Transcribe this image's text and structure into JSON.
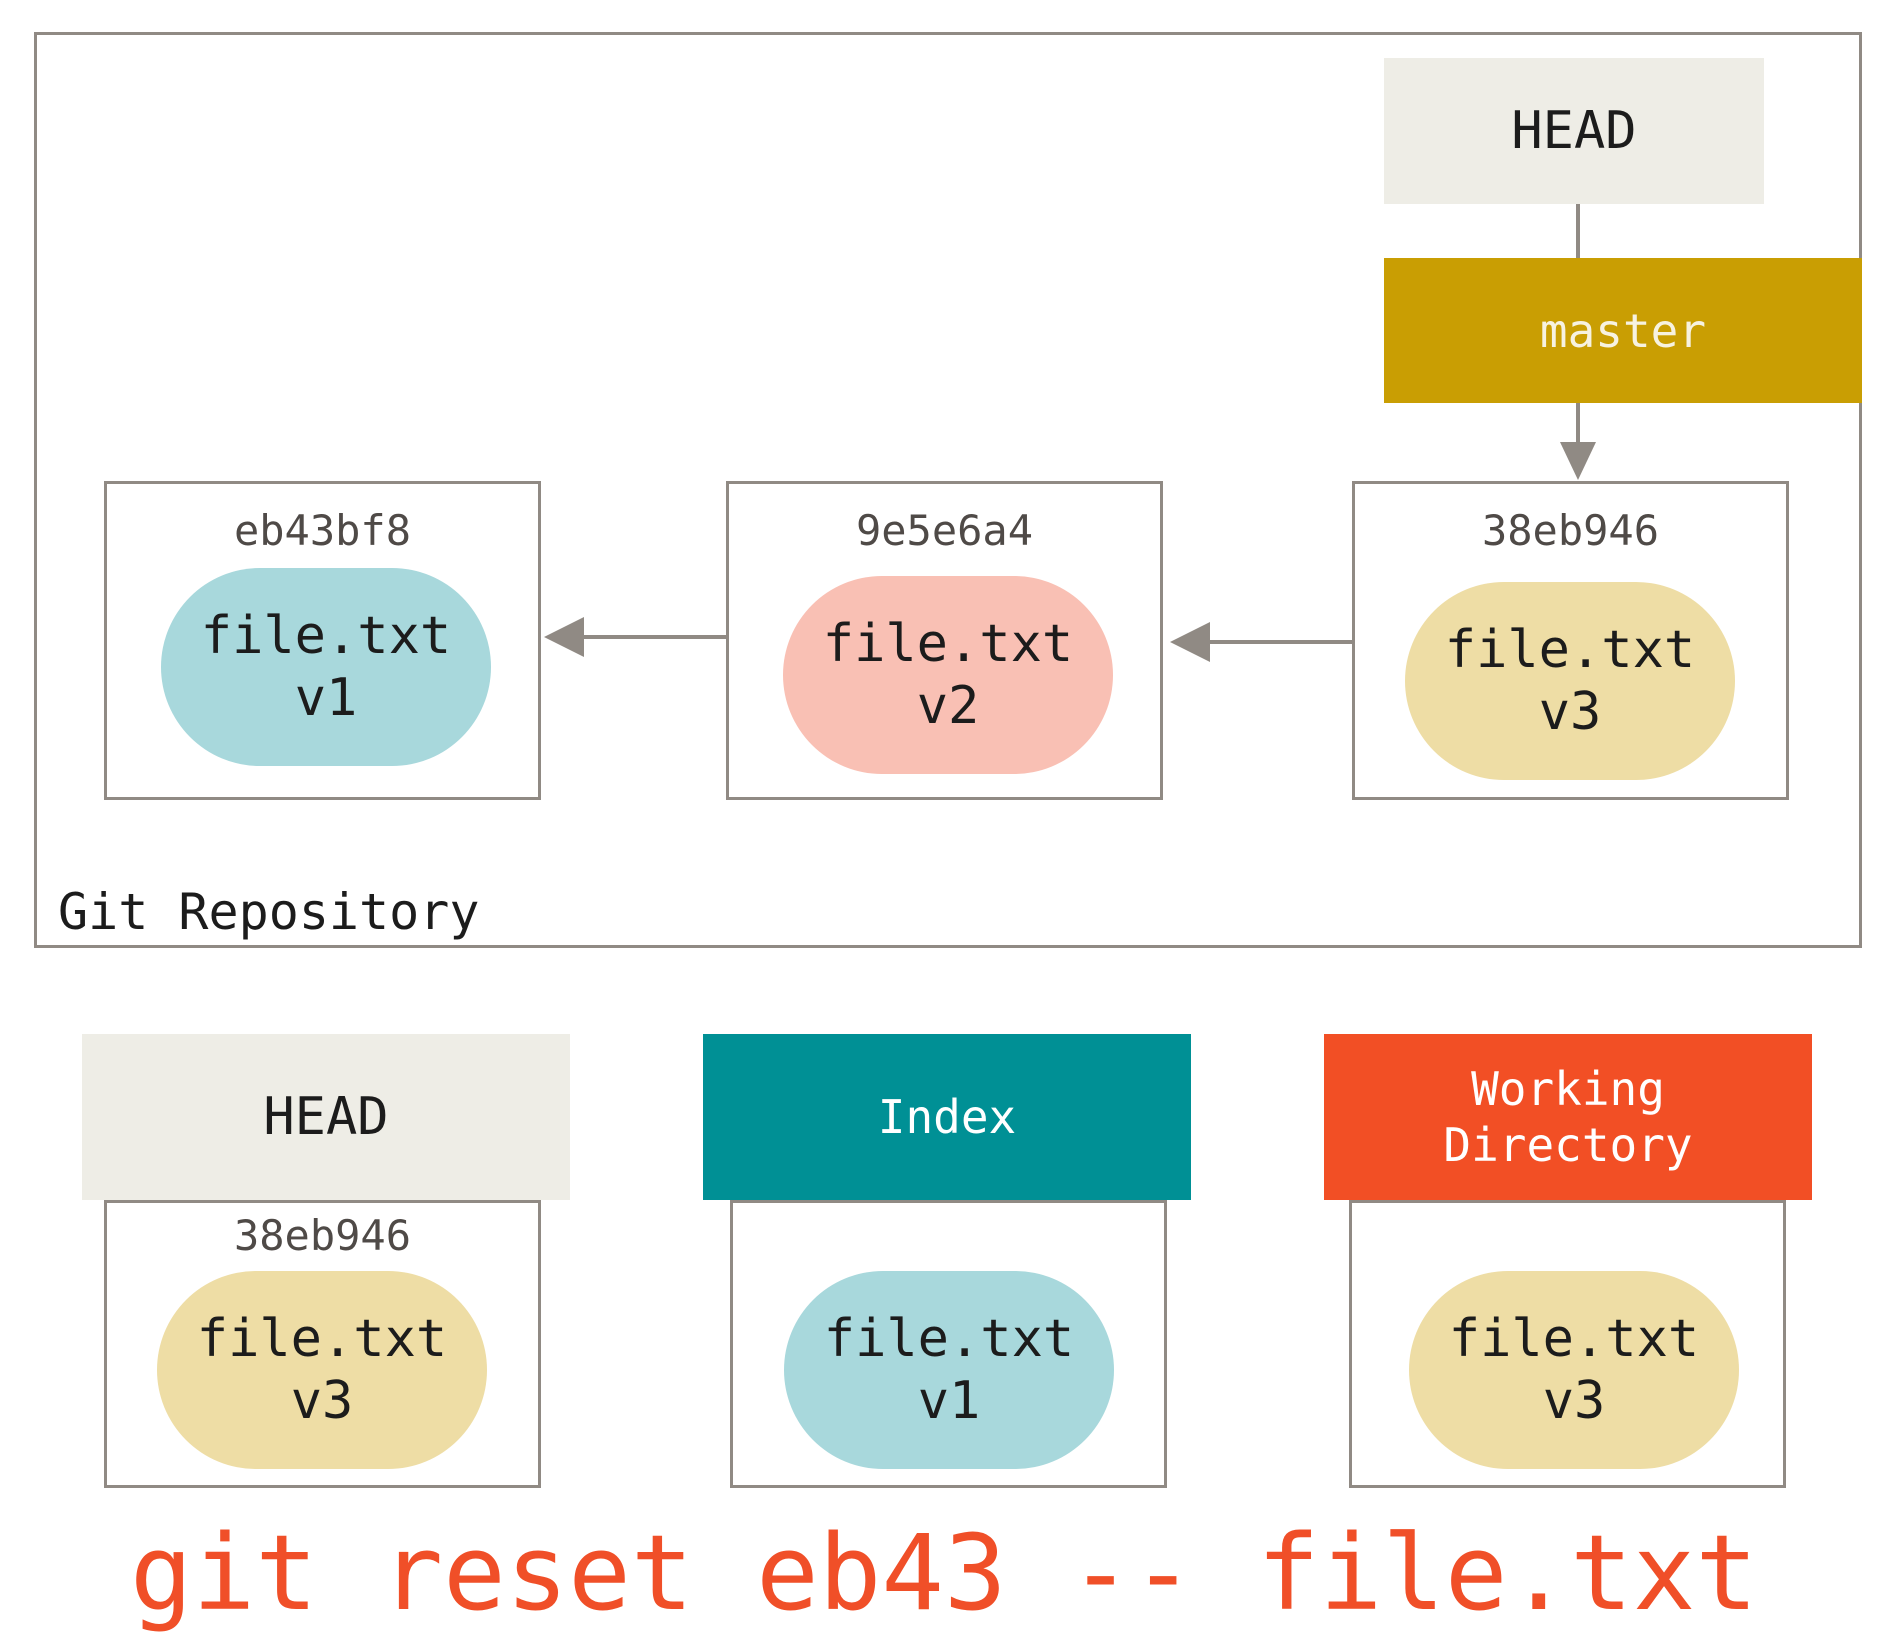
{
  "repository": {
    "label": "Git Repository",
    "head_label": "HEAD",
    "branch_label": "master",
    "commits": [
      {
        "sha": "eb43bf8",
        "file": "file.txt",
        "version": "v1",
        "color": "#a8d8dc"
      },
      {
        "sha": "9e5e6a4",
        "file": "file.txt",
        "version": "v2",
        "color": "#f9c0b4"
      },
      {
        "sha": "38eb946",
        "file": "file.txt",
        "version": "v3",
        "color": "#eedda5"
      }
    ]
  },
  "trees": {
    "head": {
      "title": "HEAD",
      "sha": "38eb946",
      "file": "file.txt",
      "version": "v3",
      "color": "#eedda5"
    },
    "index": {
      "title": "Index",
      "file": "file.txt",
      "version": "v1",
      "color": "#a8d8dc"
    },
    "working_directory": {
      "title_line1": "Working",
      "title_line2": "Directory",
      "file": "file.txt",
      "version": "v3",
      "color": "#eedda5"
    }
  },
  "command": "git reset eb43 -- file.txt",
  "colors": {
    "head": "#eeede6",
    "master": "#c99e03",
    "index": "#009095",
    "working_directory": "#f24f25",
    "border": "#908a84",
    "command": "#f04f28"
  }
}
